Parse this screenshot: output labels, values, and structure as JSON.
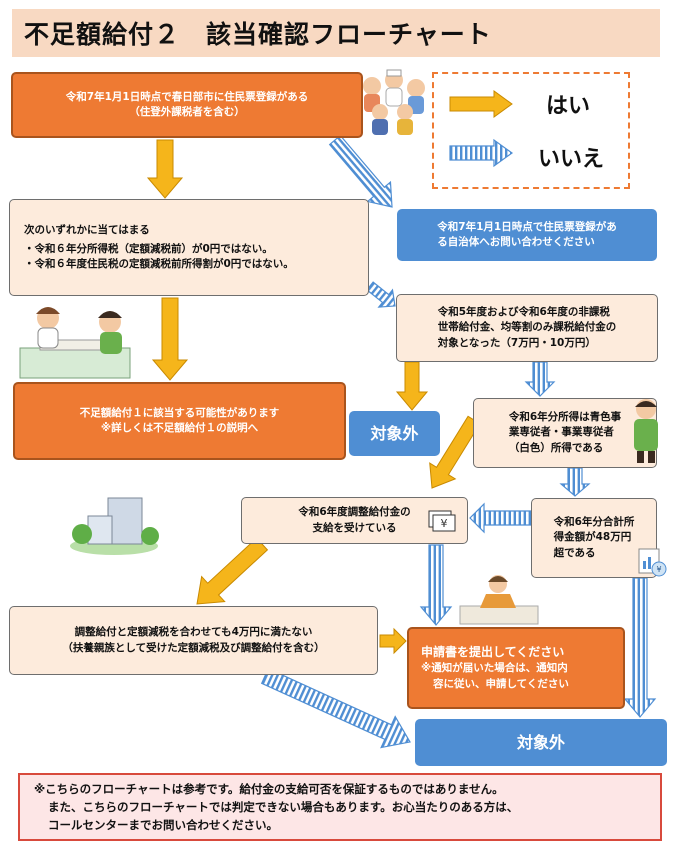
{
  "title": "不足額給付２　該当確認フローチャート",
  "legend": {
    "yes": "はい",
    "no": "いいえ"
  },
  "nodes": {
    "q1": [
      "令和7年1月1日時点で春日部市に住民票登録がある",
      "（住登外課税者を含む）"
    ],
    "r_contact": [
      "令和7年1月1日時点で住民票登録があ",
      "る自治体へお問い合わせください"
    ],
    "q2": [
      "次のいずれかに当てはまる",
      "・令和６年分所得税（定額減税前）が0円ではない。",
      "・令和６年度住民税の定額減税前所得割が0円ではない。"
    ],
    "r_benefit1": [
      "不足額給付１に該当する可能性があります",
      "※詳しくは不足額給付１の説明へ"
    ],
    "q3": [
      "令和5年度および令和6年度の非課税",
      "世帯給付金、均等割のみ課税給付金の",
      "対象となった（7万円・10万円）"
    ],
    "r_excluded1": [
      "対象外"
    ],
    "q4": [
      "令和6年分所得は青色事",
      "業専従者・事業専従者",
      "（白色）所得である"
    ],
    "q5": [
      "令和6年度調整給付金の",
      "支給を受けている"
    ],
    "q6": [
      "令和6年分合計所",
      "得金額が48万円",
      "超である"
    ],
    "q7": [
      "調整給付と定額減税を合わせても4万円に満たない",
      "（扶養親族として受けた定額減税及び調整給付を含む）"
    ],
    "r_apply": [
      "申請書を提出してください",
      "※通知が届いた場合は、通知内",
      "容に従い、申請してください"
    ],
    "r_excluded2": [
      "対象外"
    ]
  },
  "footer": [
    "※こちらのフローチャートは参考です。給付金の支給可否を保証するものではありません。",
    "また、こちらのフローチャートでは判定できない場合もあります。お心当たりのある方は、",
    "コールセンターまでお問い合わせください。"
  ],
  "colors": {
    "yes_arrow": "#f5b51b",
    "no_arrow": "#4f8ed3",
    "orange_box": "#ee7a33",
    "peach_box": "#fdebdc",
    "blue_box": "#4f8ed3",
    "title_bg": "#f8d9c2",
    "footer_border": "#d84a3c"
  },
  "icons": [
    "people-group-illustration",
    "counter-staff-illustration",
    "office-building-illustration",
    "shopkeeper-illustration",
    "writing-person-illustration",
    "yen-document-icon",
    "yen-chart-icon"
  ]
}
